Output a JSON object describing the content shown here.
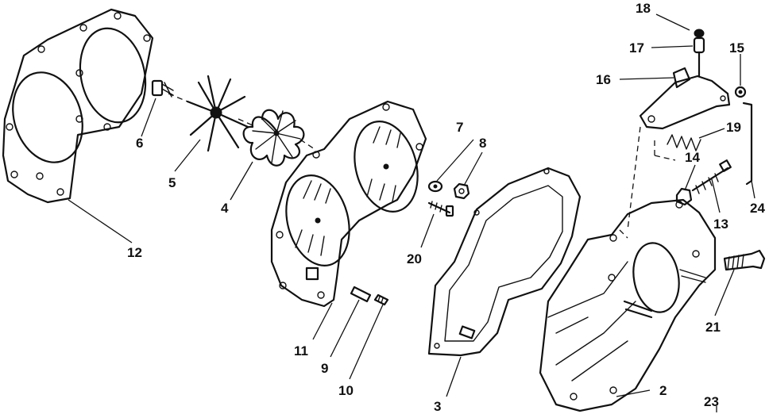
{
  "callouts": [
    {
      "id": "c18",
      "text": "18"
    },
    {
      "id": "c17",
      "text": "17"
    },
    {
      "id": "c15",
      "text": "15"
    },
    {
      "id": "c16",
      "text": "16"
    },
    {
      "id": "c19",
      "text": "19"
    },
    {
      "id": "c7",
      "text": "7"
    },
    {
      "id": "c8",
      "text": "8"
    },
    {
      "id": "c6",
      "text": "6"
    },
    {
      "id": "c14",
      "text": "14"
    },
    {
      "id": "c5",
      "text": "5"
    },
    {
      "id": "c4",
      "text": "4"
    },
    {
      "id": "c24",
      "text": "24"
    },
    {
      "id": "c13",
      "text": "13"
    },
    {
      "id": "c20",
      "text": "20"
    },
    {
      "id": "c12",
      "text": "12"
    },
    {
      "id": "c21",
      "text": "21"
    },
    {
      "id": "c11",
      "text": "11"
    },
    {
      "id": "c9",
      "text": "9"
    },
    {
      "id": "c10",
      "text": "10"
    },
    {
      "id": "c2",
      "text": "2"
    },
    {
      "id": "c23",
      "text": "23"
    },
    {
      "id": "c3",
      "text": "3"
    }
  ]
}
